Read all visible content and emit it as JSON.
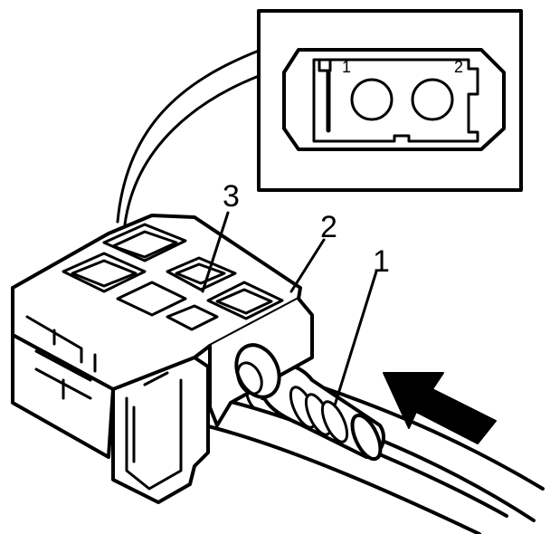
{
  "inset": {
    "pin_labels": [
      "1",
      "2"
    ]
  },
  "callouts": [
    {
      "label": "1"
    },
    {
      "label": "2"
    },
    {
      "label": "3"
    }
  ],
  "colors": {
    "ink": "#000000",
    "paper": "#ffffff"
  }
}
